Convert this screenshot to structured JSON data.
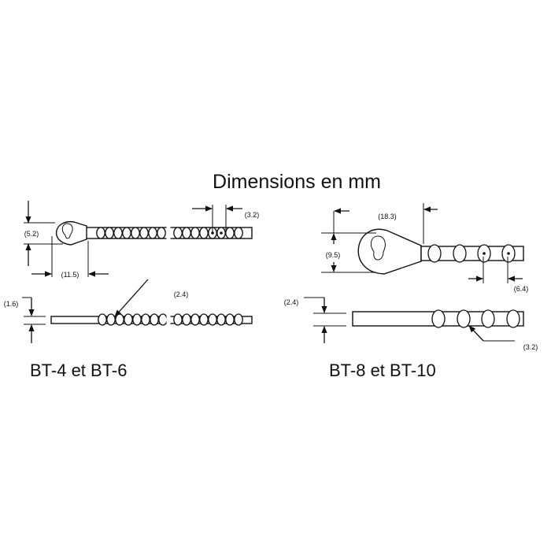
{
  "title": "Dimensions en mm",
  "left": {
    "model_label": "BT-4 et BT-6",
    "dims": {
      "head_height": "(5.2)",
      "head_length": "(11.5)",
      "bead_pitch": "(3.2)",
      "thickness": "(1.6)",
      "bead_diameter": "(2.4)"
    }
  },
  "right": {
    "model_label": "BT-8 et BT-10",
    "dims": {
      "head_length": "(18.3)",
      "head_height": "(9.5)",
      "bead_pitch": "(6.4)",
      "thickness": "(2.4)",
      "bead_diameter": "(3.2)"
    }
  }
}
